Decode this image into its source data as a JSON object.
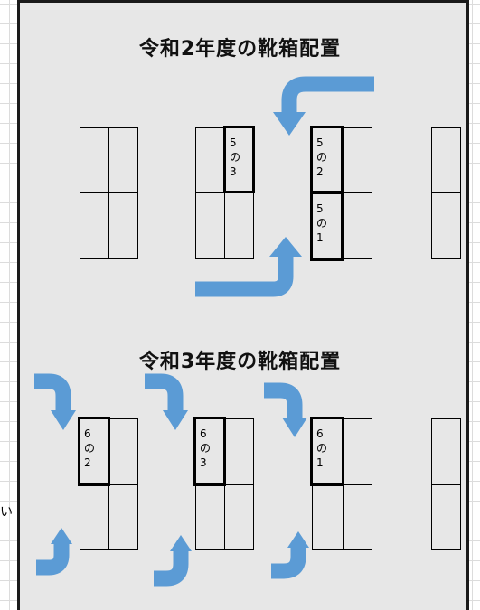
{
  "diagram": {
    "title_2020": "令和2年度の靴箱配置",
    "title_2021": "令和3年度の靴箱配置",
    "tags_2020": [
      {
        "chars": [
          "5",
          "の",
          "3"
        ]
      },
      {
        "chars": [
          "5",
          "の",
          "2"
        ]
      },
      {
        "chars": [
          "5",
          "の",
          "1"
        ]
      }
    ],
    "tags_2021": [
      {
        "chars": [
          "6",
          "の",
          "2"
        ]
      },
      {
        "chars": [
          "6",
          "の",
          "3"
        ]
      },
      {
        "chars": [
          "6",
          "の",
          "1"
        ]
      }
    ],
    "edge_text": "い"
  },
  "colors": {
    "arrow": "#5b9bd5",
    "panel": "#e7e7e7",
    "line": "#000000"
  }
}
